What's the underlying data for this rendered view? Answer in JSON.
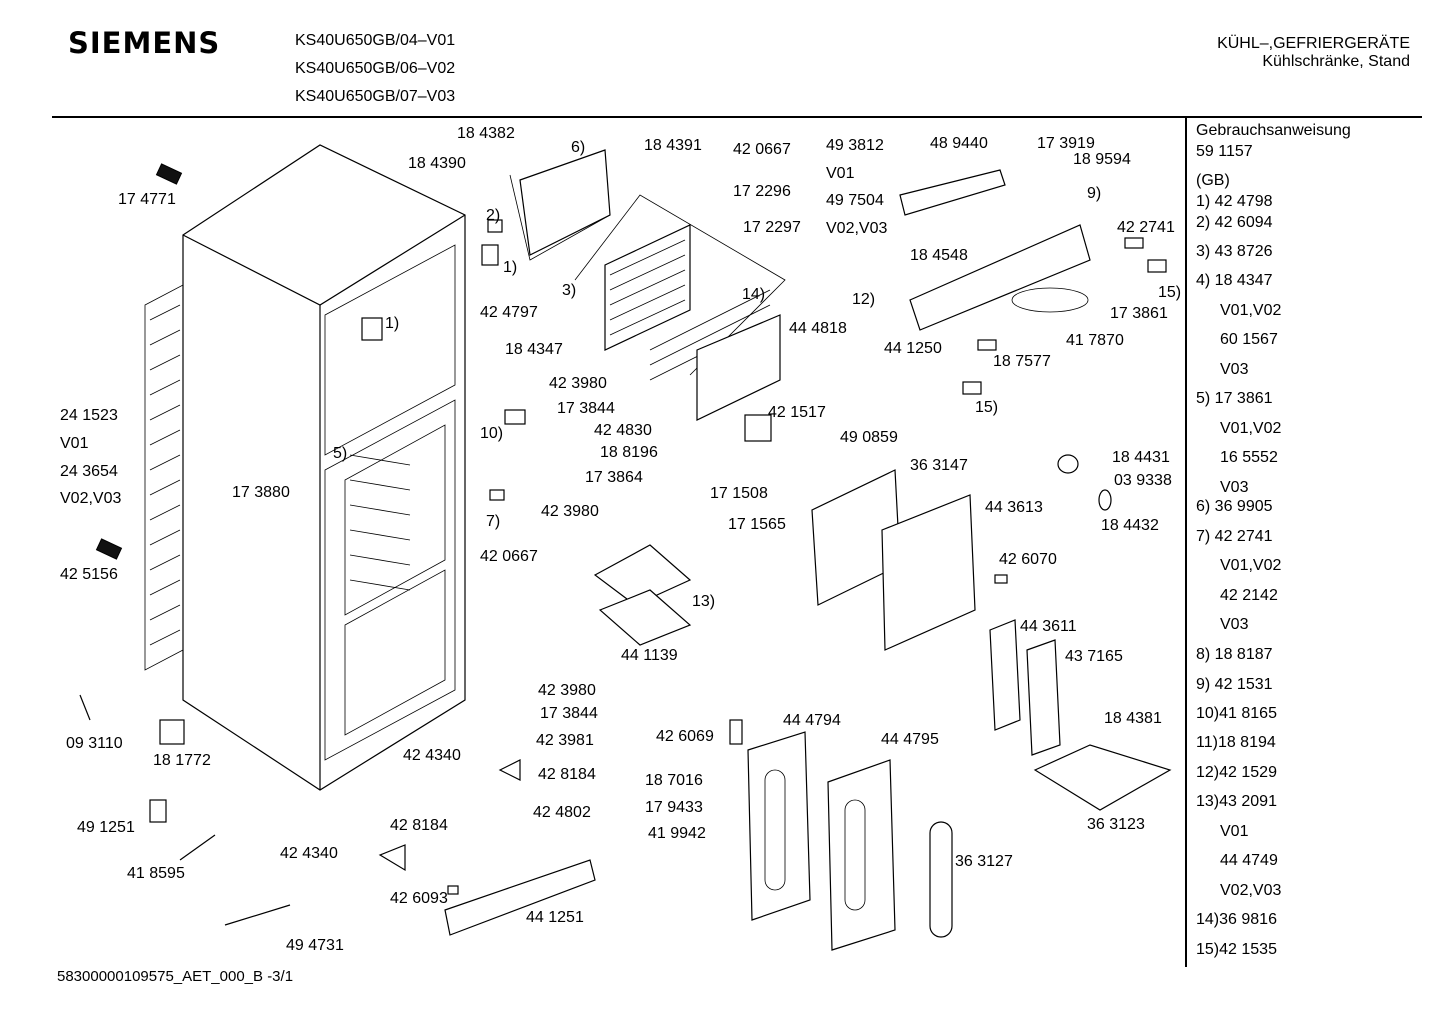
{
  "header": {
    "brand": "SIEMENS",
    "models": [
      "KS40U650GB/04–V01",
      "KS40U650GB/06–V02",
      "KS40U650GB/07–V03"
    ],
    "category_line1": "KÜHL–,GEFRIERGERÄTE",
    "category_line2": "Kühlschränke, Stand"
  },
  "legend": {
    "title": "Gebrauchsanweisung",
    "manual_number": "59 1157",
    "region": "(GB)",
    "items": [
      {
        "label": "1) 42 4798",
        "indent": false
      },
      {
        "label": "2) 42 6094",
        "indent": false
      },
      {
        "label": "3) 43 8726",
        "indent": false
      },
      {
        "label": "4) 18 4347",
        "indent": false
      },
      {
        "label": "V01,V02",
        "indent": true
      },
      {
        "label": "60 1567",
        "indent": true
      },
      {
        "label": "V03",
        "indent": true
      },
      {
        "label": "5) 17 3861",
        "indent": false
      },
      {
        "label": "V01,V02",
        "indent": true
      },
      {
        "label": "16 5552",
        "indent": true
      },
      {
        "label": "V03",
        "indent": true
      },
      {
        "label": "6) 36 9905",
        "indent": false
      },
      {
        "label": "7) 42 2741",
        "indent": false
      },
      {
        "label": "V01,V02",
        "indent": true
      },
      {
        "label": "42 2142",
        "indent": true
      },
      {
        "label": "V03",
        "indent": true
      },
      {
        "label": "8) 18 8187",
        "indent": false
      },
      {
        "label": "9) 42 1531",
        "indent": false
      },
      {
        "label": "10)41 8165",
        "indent": false
      },
      {
        "label": "11)18 8194",
        "indent": false
      },
      {
        "label": "12)42 1529",
        "indent": false
      },
      {
        "label": "13)43 2091",
        "indent": false
      },
      {
        "label": "V01",
        "indent": true
      },
      {
        "label": "44 4749",
        "indent": true
      },
      {
        "label": "V02,V03",
        "indent": true
      },
      {
        "label": "14)36 9816",
        "indent": false
      },
      {
        "label": "15)42 1535",
        "indent": false
      }
    ]
  },
  "callouts": [
    "17 4771",
    "18 4382",
    "18 4390",
    "6)",
    "2)",
    "1)",
    "1)",
    "3)",
    "42 4797",
    "18 4347",
    "18 4391",
    "42 0667",
    "17 2296",
    "17 2297",
    "14)",
    "44 4818",
    "49 3812",
    "V01",
    "49 7504",
    "V02,V03",
    "48 9440",
    "17 3919",
    "18 9594",
    "9)",
    "18 4548",
    "42 2741",
    "15)",
    "17 3861",
    "12)",
    "44 1250",
    "18 7577",
    "41 7870",
    "15)",
    "42 3980",
    "17 3844",
    "42 4830",
    "10)",
    "18 8196",
    "17 3864",
    "42 3980",
    "7)",
    "42 1517",
    "49 0859",
    "36 3147",
    "17 1508",
    "17 1565",
    "44 3613",
    "18 4431",
    "03 9338",
    "18 4432",
    "24 1523",
    "V01",
    "24 3654",
    "V02,V03",
    "17 3880",
    "5)",
    "42 5156",
    "42 0667",
    "13)",
    "44 1139",
    "42 6070",
    "44 3611",
    "43 7165",
    "18 4381",
    "36 3123",
    "09 3110",
    "18 1772",
    "42 4340",
    "42 3980",
    "17 3844",
    "42 3981",
    "42 8184",
    "42 4802",
    "42 6069",
    "44 4794",
    "44 4795",
    "18 7016",
    "17 9433",
    "41 9942",
    "49 1251",
    "41 8595",
    "42 4340",
    "42 8184",
    "42 6093",
    "44 1251",
    "49 4731",
    "36 3127"
  ],
  "footer": {
    "doc_code": "58300000109575_AET_000_B -3/1"
  }
}
